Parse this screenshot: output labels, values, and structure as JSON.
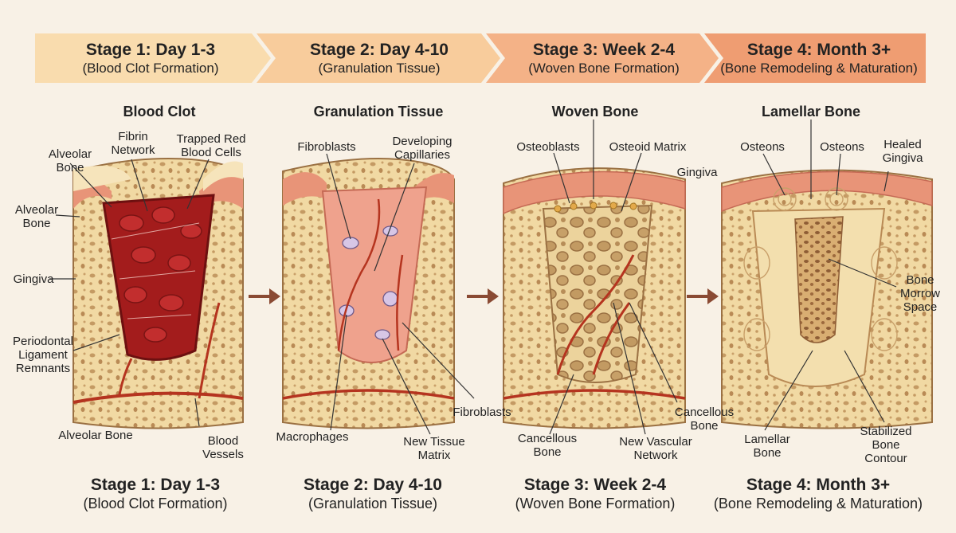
{
  "banner": [
    {
      "title": "Stage 1: Day 1-3",
      "subtitle": "(Blood Clot Formation)",
      "color": "#f9dcae"
    },
    {
      "title": "Stage 2: Day 4-10",
      "subtitle": "(Granulation Tissue)",
      "color": "#f8cc9c"
    },
    {
      "title": "Stage 3: Week 2-4",
      "subtitle": "(Woven Bone Formation)",
      "color": "#f4b287"
    },
    {
      "title": "Stage 4: Month 3+",
      "subtitle": "(Bone Remodeling & Maturation)",
      "color": "#ef9d72"
    }
  ],
  "panels": [
    {
      "title": "Blood Clot",
      "labels": [
        "Fibrin\nNetwork",
        "Trapped Red\nBlood Cells",
        "Alveolar\nBone",
        "Alveolar\nBone",
        "Gingiva",
        "Periodontal\nLigament\nRemnants",
        "Alveolar Bone",
        "Blood\nVessels"
      ],
      "caption_title": "Stage 1: Day 1-3",
      "caption_sub": "(Blood Clot Formation)"
    },
    {
      "title": "Granulation Tissue",
      "labels": [
        "Fibroblasts",
        "Developing\nCapillaries",
        "Fibroblasts",
        "Macrophages",
        "New Tissue\nMatrix"
      ],
      "caption_title": "Stage 2: Day 4-10",
      "caption_sub": "(Granulation Tissue)"
    },
    {
      "title": "Woven Bone",
      "labels": [
        "Osteoblasts",
        "Osteoid Matrix",
        "Gingiva",
        "Cancellous\nBone",
        "Cancellous\nBone",
        "New Vascular\nNetwork"
      ],
      "caption_title": "Stage 3: Week 2-4",
      "caption_sub": "(Woven Bone Formation)"
    },
    {
      "title": "Lamellar Bone",
      "labels": [
        "Osteons",
        "Osteons",
        "Healed\nGingiva",
        "Bone\nMorrow\nSpace",
        "Lamellar\nBone",
        "Stabilized\nBone\nContour"
      ],
      "caption_title": "Stage 4: Month 3+",
      "caption_sub": "(Bone Remodeling & Maturation)"
    }
  ],
  "colors": {
    "background": "#f8f1e6",
    "bone": "#f1d9a3",
    "bone_pores": "#b98a55",
    "gingiva": "#e89478",
    "clot": "#a31c1c",
    "granulation": "#efa28d",
    "woven": "#e8cc92",
    "vessel": "#b5341f",
    "arrow": "#8a4a33"
  },
  "icons": {
    "stage_arrow": "right-arrow-icon"
  }
}
